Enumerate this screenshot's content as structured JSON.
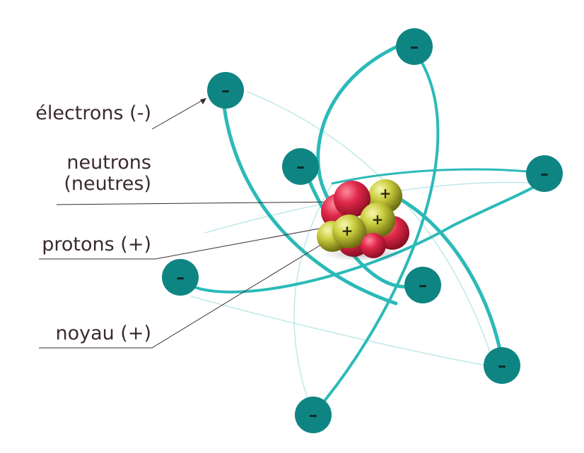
{
  "labels": {
    "electrons": "électrons (-)",
    "neutrons_line1": "neutrons",
    "neutrons_line2": "(neutres)",
    "protons": "protons (+)",
    "noyau": "noyau (+)"
  },
  "symbols": {
    "electron": "–",
    "proton": "+"
  },
  "colors": {
    "orbit": "#2bbab8",
    "electron": "#0f8583",
    "electron_sign": "#0b2a2b",
    "neutron": "#e0284a",
    "proton": "#c9cc3c",
    "label_text": "#3a2a33",
    "leader_line": "#3a2a33"
  }
}
